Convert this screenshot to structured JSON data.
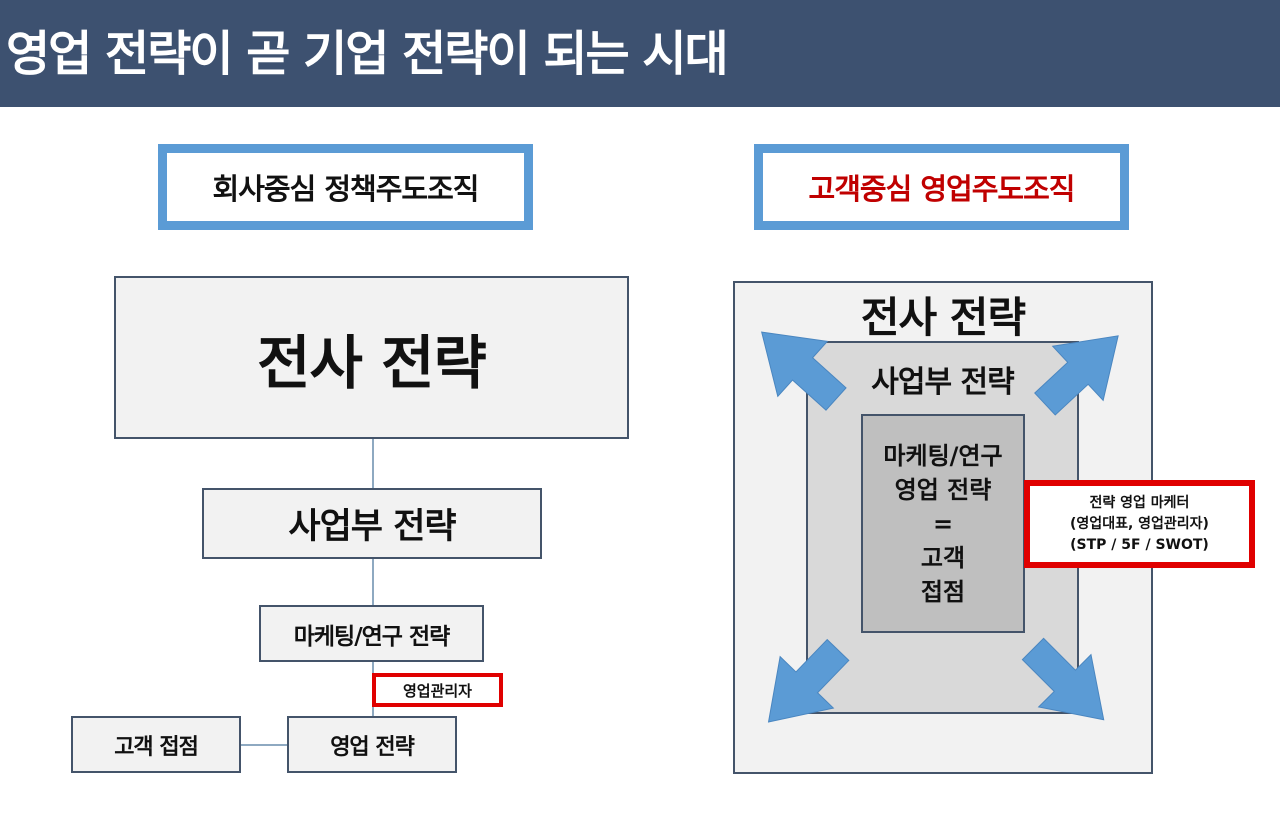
{
  "header": {
    "title": "영업 전략이 곧 기업 전략이 되는 시대"
  },
  "left": {
    "label": "회사중심 정책주도조직",
    "corporate": "전사 전략",
    "business": "사업부 전략",
    "marketing": "마케팅/연구 전략",
    "sales_manager": "영업관리자",
    "customer": "고객 접점",
    "sales": "영업 전략"
  },
  "right": {
    "label": "고객중심 영업주도조직",
    "corporate": "전사 전략",
    "business": "사업부 전략",
    "center": [
      "마케팅/연구",
      "영업 전략",
      "=",
      "고객",
      "접점"
    ],
    "callout": [
      "전략 영업 마케터",
      "(영업대표, 영업관리자)",
      "(STP / 5F / SWOT)"
    ]
  },
  "colors": {
    "header_bg": "#3d5170",
    "label_border": "#5b9bd5",
    "highlight_red": "#e00000",
    "arrow_blue": "#5b9bd5",
    "right_label_text": "#c00000"
  },
  "icons": [
    "arrow-up-left-icon",
    "arrow-up-right-icon",
    "arrow-down-left-icon",
    "arrow-down-right-icon"
  ]
}
